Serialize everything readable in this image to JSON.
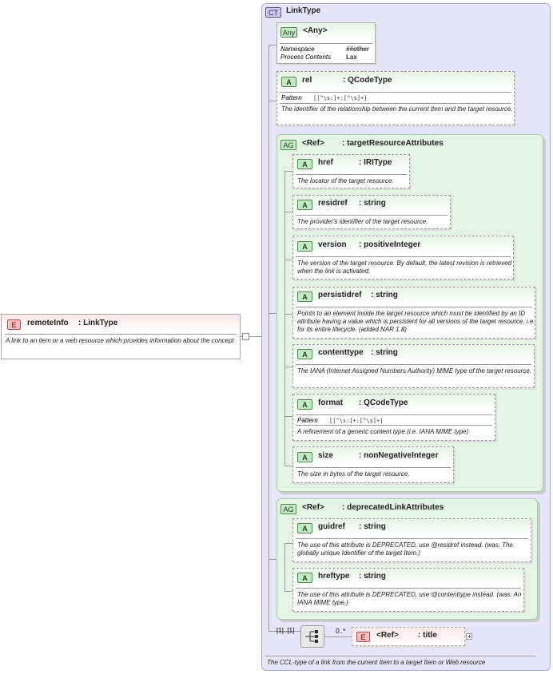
{
  "root": {
    "badge": "E",
    "name": "remoteInfo",
    "type": ": LinkType",
    "description": "A link to an item or a web resource which provides information about the concept"
  },
  "complex_type": {
    "badge": "CT",
    "name": "LinkType",
    "description": "The CCL-type of a link from the current Item to a target Item or Web resource"
  },
  "any": {
    "badge": "Any",
    "name": "<Any>",
    "namespace_label": "Namespace",
    "namespace_value": "##other",
    "process_label": "Process Contents",
    "process_value": "Lax"
  },
  "rel": {
    "badge": "A",
    "name": "rel",
    "type": ": QCodeType",
    "pattern_label": "Pattern",
    "pattern_value": "[[^\\s:]+:[^\\s]+]",
    "description": "The identifier of the relationship between the current Item and the target resource."
  },
  "target_group": {
    "badge": "AG",
    "ref": "<Ref>",
    "name": ": targetResourceAttributes",
    "attributes": [
      {
        "badge": "A",
        "name": "href",
        "type": ": IRIType",
        "description": "The locator of the target resource."
      },
      {
        "badge": "A",
        "name": "residref",
        "type": ": string",
        "description": "The  provider's identifier of the target resource."
      },
      {
        "badge": "A",
        "name": "version",
        "type": ": positiveInteger",
        "description": "The version of the target resource. By default, the latest revision is retrieved when the link is activated."
      },
      {
        "badge": "A",
        "name": "persistidref",
        "type": ": string",
        "description": "Points to an element inside the target resource which must be identified by an ID attribute having a value which is persistent for all versions of the target resource, i.e. for its entire lifecycle. (added NAR 1.8)"
      },
      {
        "badge": "A",
        "name": "contenttype",
        "type": ": string",
        "description": "The IANA (Internet Assigned Numbers Authority) MIME type of the target resource."
      },
      {
        "badge": "A",
        "name": "format",
        "type": ": QCodeType",
        "pattern_label": "Pattern",
        "pattern_value": "[[^\\s:]+:[^\\s]+]",
        "description": "A refinement of a generic content type (i.e. IANA MIME type)"
      },
      {
        "badge": "A",
        "name": "size",
        "type": ": nonNegativeInteger",
        "description": "The size in bytes of the target resource."
      }
    ]
  },
  "deprecated_group": {
    "badge": "AG",
    "ref": "<Ref>",
    "name": ": deprecatedLinkAttributes",
    "attributes": [
      {
        "badge": "A",
        "name": "guidref",
        "type": ": string",
        "description": "The use of this attribute is DEPRECATED, use @residref instead. (was: The globally unique Identifier of the target Item.)"
      },
      {
        "badge": "A",
        "name": "hreftype",
        "type": ": string",
        "description": "The use of this attribute is DEPRECATED, use @contenttype instead. (was: An IANA MIME type.)"
      }
    ]
  },
  "sequence": {
    "multiplicity": "[1]..[1]",
    "child_multiplicity": "0..*",
    "child_badge": "E",
    "child_ref": "<Ref>",
    "child_name": ": title"
  }
}
